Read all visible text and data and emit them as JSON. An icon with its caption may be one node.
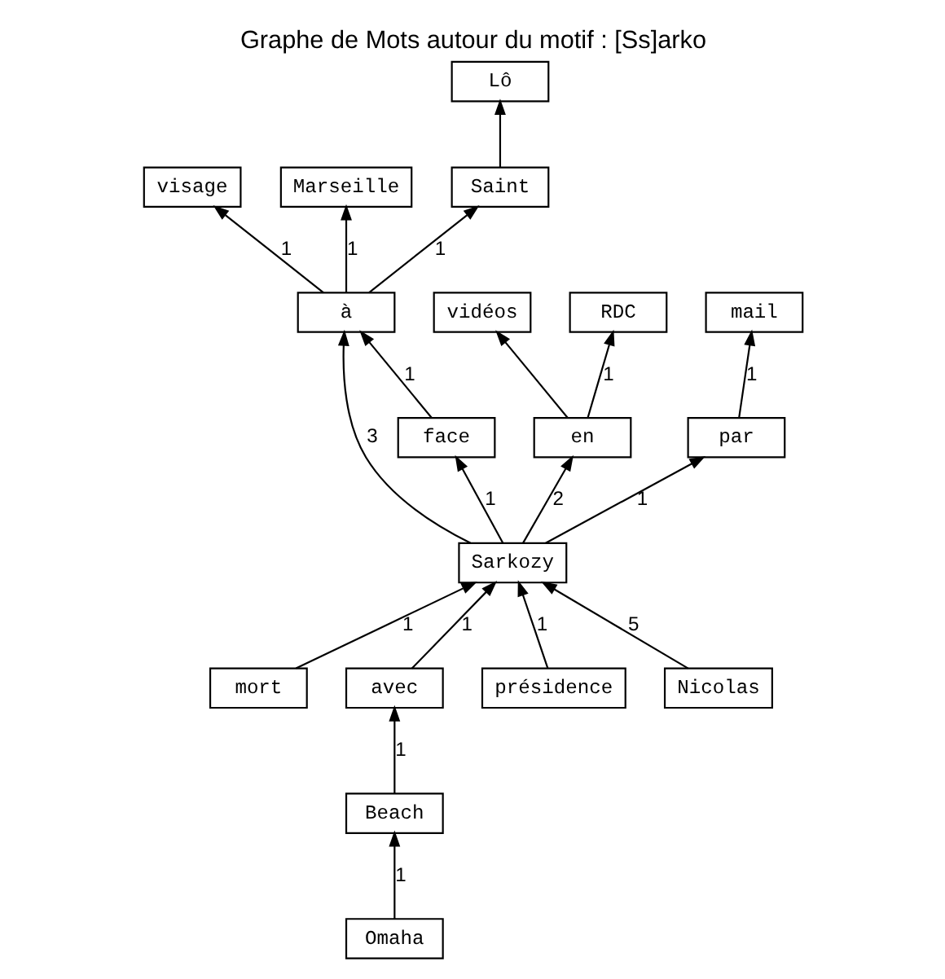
{
  "diagram": {
    "title": "Graphe de Mots autour du motif : [Ss]arko",
    "nodes": [
      {
        "text": [
          "Sarkozy"
        ]
      },
      {
        "text": [
          "à"
        ]
      },
      {
        "text": [
          "visage"
        ]
      },
      {
        "text": [
          "Marseille"
        ]
      },
      {
        "text": [
          "Saint"
        ]
      },
      {
        "text": [
          "Lô"
        ]
      },
      {
        "text": [
          "face"
        ]
      },
      {
        "text": [
          "en"
        ]
      },
      {
        "text": [
          "vidéos"
        ]
      },
      {
        "text": [
          "RDC"
        ]
      },
      {
        "text": [
          "par"
        ]
      },
      {
        "text": [
          "mail"
        ]
      },
      {
        "text": [
          "mort"
        ]
      },
      {
        "text": [
          "avec"
        ]
      },
      {
        "text": [
          "Beach"
        ]
      },
      {
        "text": [
          "Omaha"
        ]
      },
      {
        "text": [
          "présidence"
        ]
      },
      {
        "text": [
          "Nicolas"
        ]
      }
    ],
    "edges": [
      {
        "from": 0,
        "to": 1,
        "arrow": "to",
        "label": "3"
      },
      {
        "from": 0,
        "to": 6,
        "arrow": "to",
        "label": "1"
      },
      {
        "from": 0,
        "to": 7,
        "arrow": "to",
        "label": "2"
      },
      {
        "from": 0,
        "to": 10,
        "arrow": "to",
        "label": "1"
      },
      {
        "from": 1,
        "to": 2,
        "arrow": "to",
        "label": "1"
      },
      {
        "from": 1,
        "to": 3,
        "arrow": "to",
        "label": "1"
      },
      {
        "from": 1,
        "to": 4,
        "arrow": "to",
        "label": "1"
      },
      {
        "from": 6,
        "to": 1,
        "arrow": "to",
        "label": "1"
      },
      {
        "from": 4,
        "to": 5,
        "arrow": "to"
      },
      {
        "from": 7,
        "to": 8,
        "arrow": "to"
      },
      {
        "from": 7,
        "to": 9,
        "arrow": "to",
        "label": "1"
      },
      {
        "from": 10,
        "to": 11,
        "arrow": "to",
        "label": "1"
      },
      {
        "from": 12,
        "to": 0,
        "arrow": "to",
        "label": "1"
      },
      {
        "from": 13,
        "to": 0,
        "arrow": "to",
        "label": "1"
      },
      {
        "from": 14,
        "to": 13,
        "arrow": "to",
        "label": "1"
      },
      {
        "from": 15,
        "to": 14,
        "arrow": "to",
        "label": "1"
      },
      {
        "from": 16,
        "to": 0,
        "arrow": "to",
        "label": "1"
      },
      {
        "from": 17,
        "to": 0,
        "arrow": "to",
        "label": "5"
      }
    ]
  }
}
